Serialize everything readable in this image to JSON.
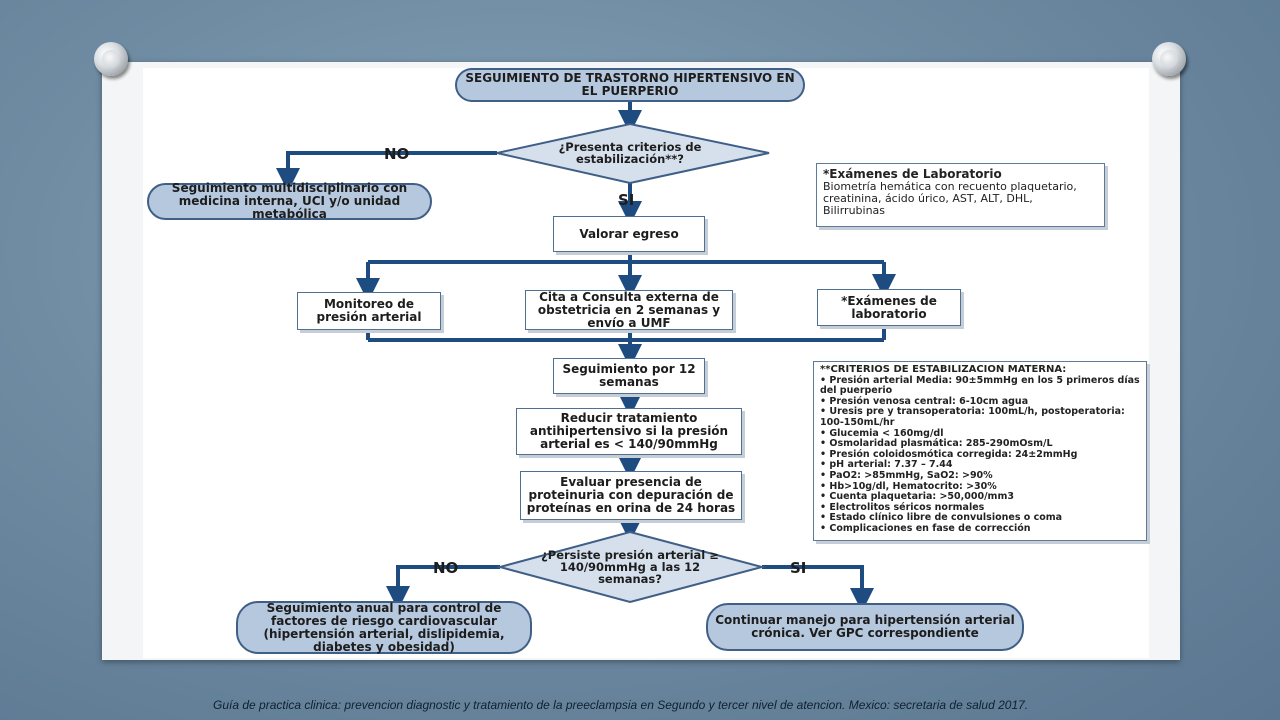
{
  "flowchart": {
    "title": "SEGUIMIENTO DE TRASTORNO HIPERTENSIVO EN EL PUERPERIO",
    "decision1": "¿Presenta criterios de estabilización**?",
    "decision1_no": "NO",
    "decision1_yes": "SI",
    "no_outcome1": "Seguimiento multidisciplinario con medicina interna, UCI y/o unidad metabólica",
    "valorar": "Valorar egreso",
    "branch_left": "Monitoreo de presión arterial",
    "branch_center": "Cita a Consulta externa de obstetricia en 2 semanas y envío a UMF",
    "branch_right": "*Exámenes de laboratorio",
    "seguimiento": "Seguimiento por 12 semanas",
    "reducir": "Reducir tratamiento antihipertensivo si la presión arterial es < 140/90mmHg",
    "evaluar": "Evaluar presencia de proteinuria con depuración de proteínas en orina de 24 horas",
    "decision2": "¿Persiste presión arterial ≥ 140/90mmHg a las 12 semanas?",
    "decision2_no": "NO",
    "decision2_yes": "SI",
    "no_outcome2": "Seguimiento anual para control de factores de riesgo cardiovascular (hipertensión arterial, dislipidemia, diabetes y obesidad)",
    "yes_outcome2": "Continuar manejo para hipertensión arterial crónica. Ver GPC correspondiente"
  },
  "lab_note": {
    "title": "*Exámenes de Laboratorio",
    "text": "Biometría hemática con recuento plaquetario, creatinina, ácido úrico, AST, ALT, DHL, Bilirrubinas"
  },
  "criteria_note": {
    "title": "**CRITERIOS DE ESTABILIZACION MATERNA:",
    "items": [
      "• Presión arterial Media: 90±5mmHg en los 5 primeros días del puerperio",
      "• Presión venosa central: 6-10cm agua",
      "• Uresis pre y transoperatoria: 100mL/h, postoperatoria: 100-150mL/hr",
      "• Glucemia < 160mg/dl",
      "• Osmolaridad plasmática: 285-290mOsm/L",
      "• Presión coloidosmótica corregida: 24±2mmHg",
      "• pH arterial: 7.37 – 7.44",
      "• PaO2: >85mmHg, SaO2: >90%",
      "• Hb>10g/dl, Hematocrito: >30%",
      "• Cuenta plaquetaria: >50,000/mm3",
      "• Electrolitos séricos normales",
      "• Estado clínico libre de convulsiones o coma",
      "• Complicaciones en fase de corrección"
    ]
  },
  "footer": "Guía de practica clinica: prevencion diagnostic y tratamiento de la  preeclampsia en Segundo y tercer nivel de atencion. Mexico: secretaria de salud 2017.",
  "colors": {
    "arrow": "#1f4c80",
    "oval_fill": "#b6c8de",
    "background": "#6f8ca3"
  }
}
